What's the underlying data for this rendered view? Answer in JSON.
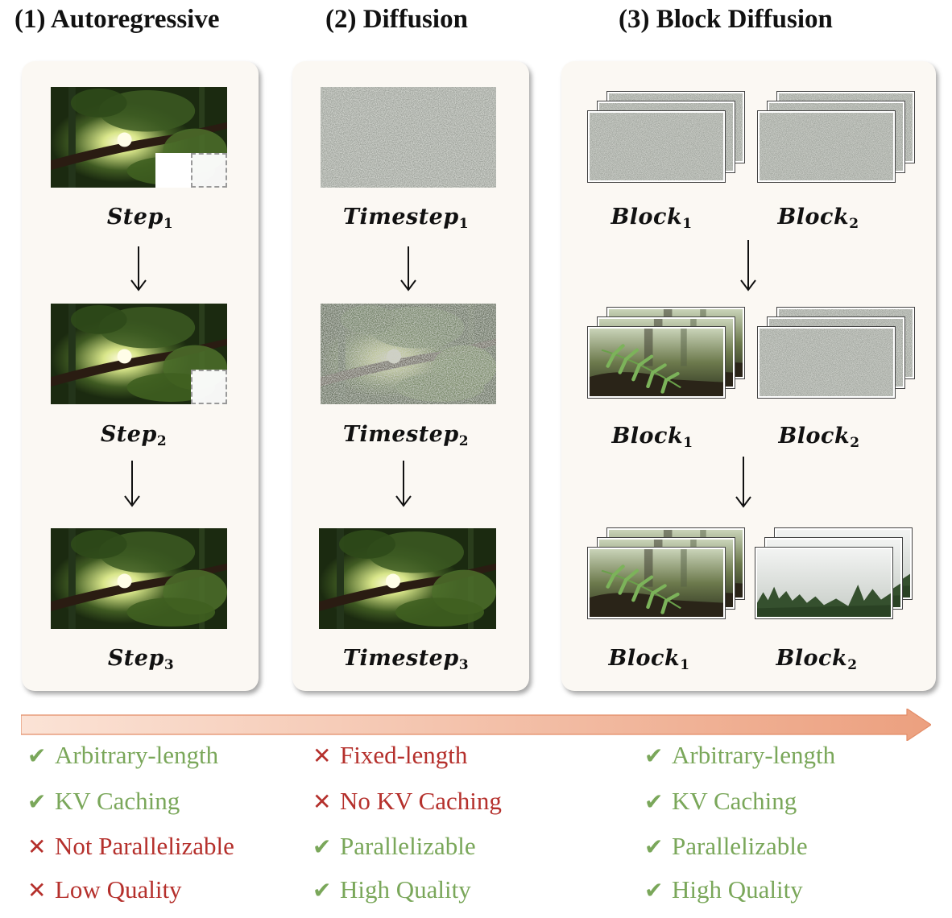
{
  "columns": [
    {
      "title": "(1) Autoregressive",
      "labels": [
        "Step",
        "Step",
        "Step"
      ],
      "subs": [
        "1",
        "2",
        "3"
      ]
    },
    {
      "title": "(2) Diffusion",
      "labels": [
        "Timestep",
        "Timestep",
        "Timestep"
      ],
      "subs": [
        "1",
        "2",
        "3"
      ]
    },
    {
      "title": "(3) Block Diffusion",
      "labels": [
        "Block",
        "Block",
        "Block",
        "Block",
        "Block",
        "Block"
      ],
      "subs": [
        "1",
        "2",
        "1",
        "2",
        "1",
        "2"
      ]
    }
  ],
  "properties": {
    "autoregressive": [
      {
        "mark": "✔",
        "text": "Arbitrary-length",
        "status": "good"
      },
      {
        "mark": "✔",
        "text": "KV Caching",
        "status": "good"
      },
      {
        "mark": "✕",
        "text": "Not Parallelizable",
        "status": "bad"
      },
      {
        "mark": "✕",
        "text": "Low Quality",
        "status": "bad"
      }
    ],
    "diffusion": [
      {
        "mark": "✕",
        "text": "Fixed-length",
        "status": "bad"
      },
      {
        "mark": "✕",
        "text": "No KV Caching",
        "status": "bad"
      },
      {
        "mark": "✔",
        "text": "Parallelizable",
        "status": "good"
      },
      {
        "mark": "✔",
        "text": "High Quality",
        "status": "good"
      }
    ],
    "block_diffusion": [
      {
        "mark": "✔",
        "text": "Arbitrary-length",
        "status": "good"
      },
      {
        "mark": "✔",
        "text": "KV Caching",
        "status": "good"
      },
      {
        "mark": "✔",
        "text": "Parallelizable",
        "status": "good"
      },
      {
        "mark": "✔",
        "text": "High Quality",
        "status": "good"
      }
    ]
  },
  "colors": {
    "good": "#7aa75a",
    "bad": "#b5302c",
    "panel": "#fbf8f3",
    "arrow_start": "#fbe3d6",
    "arrow_end": "#eca07f"
  },
  "icons": {
    "check": "check-icon",
    "cross": "cross-icon"
  }
}
